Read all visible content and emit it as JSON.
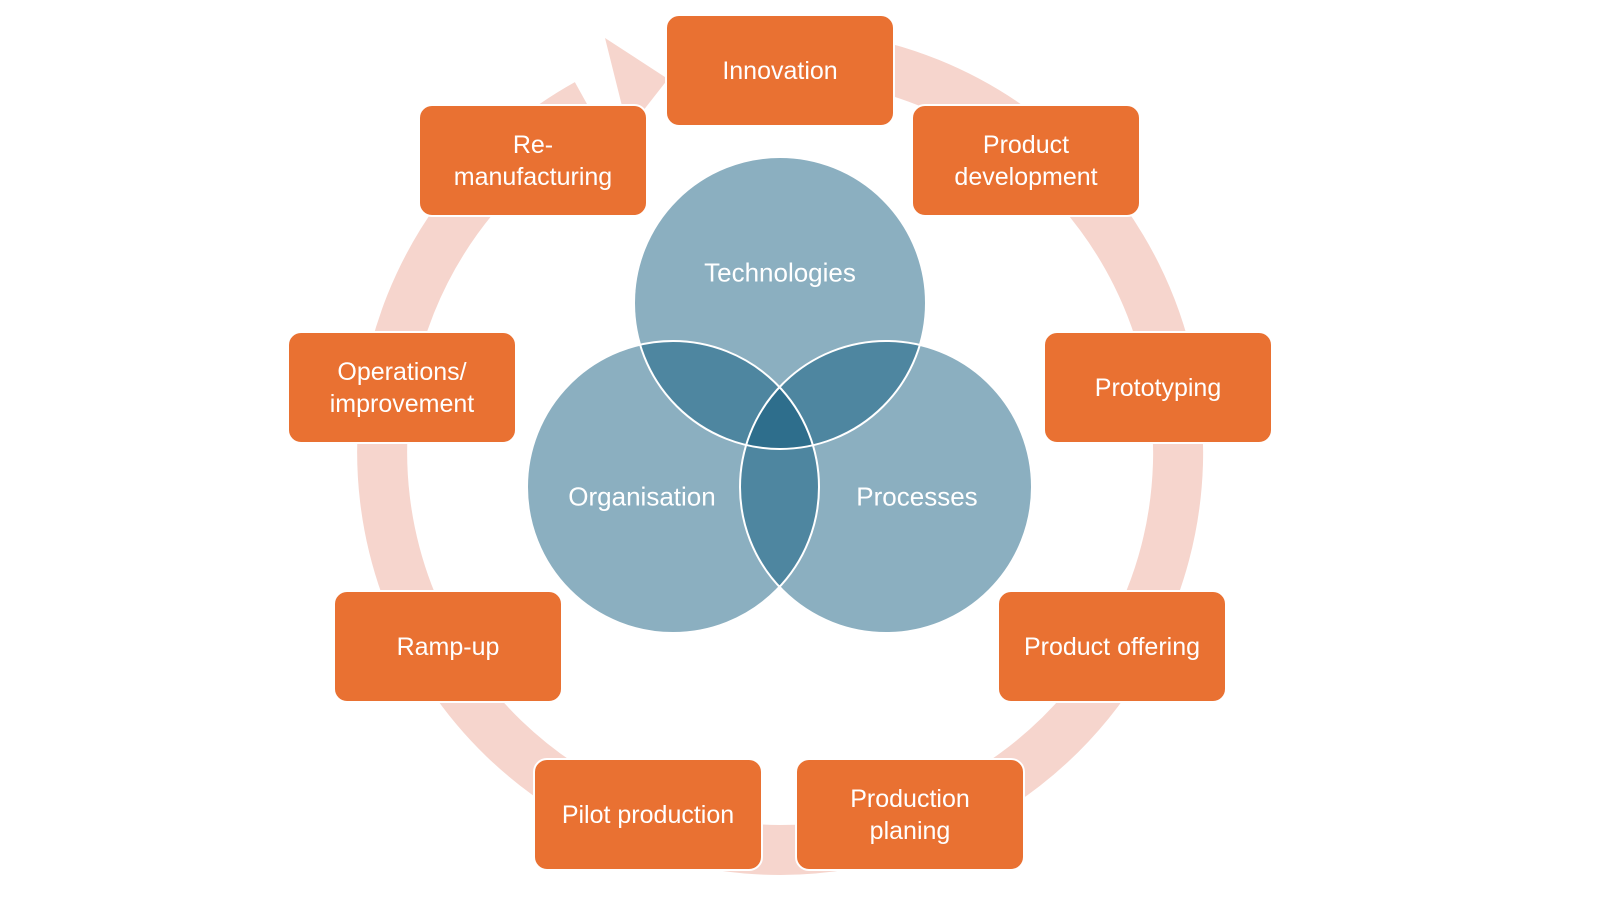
{
  "colors": {
    "stage_box": "#E97132",
    "cycle_arrow": "#F6D5CD",
    "circle": "#8BAFC0",
    "overlap2": "#4E86A0",
    "overlap3": "#2E6E8C"
  },
  "cycle": {
    "stages": [
      {
        "label": "Innovation"
      },
      {
        "label": "Product development"
      },
      {
        "label": "Prototyping"
      },
      {
        "label": "Product offering"
      },
      {
        "label": "Production planing"
      },
      {
        "label": "Pilot production"
      },
      {
        "label": "Ramp-up"
      },
      {
        "label": "Operations/ improvement"
      },
      {
        "label": "Re-manufacturing"
      }
    ]
  },
  "venn": {
    "sets": [
      {
        "label": "Technologies"
      },
      {
        "label": "Organisation"
      },
      {
        "label": "Processes"
      }
    ]
  }
}
